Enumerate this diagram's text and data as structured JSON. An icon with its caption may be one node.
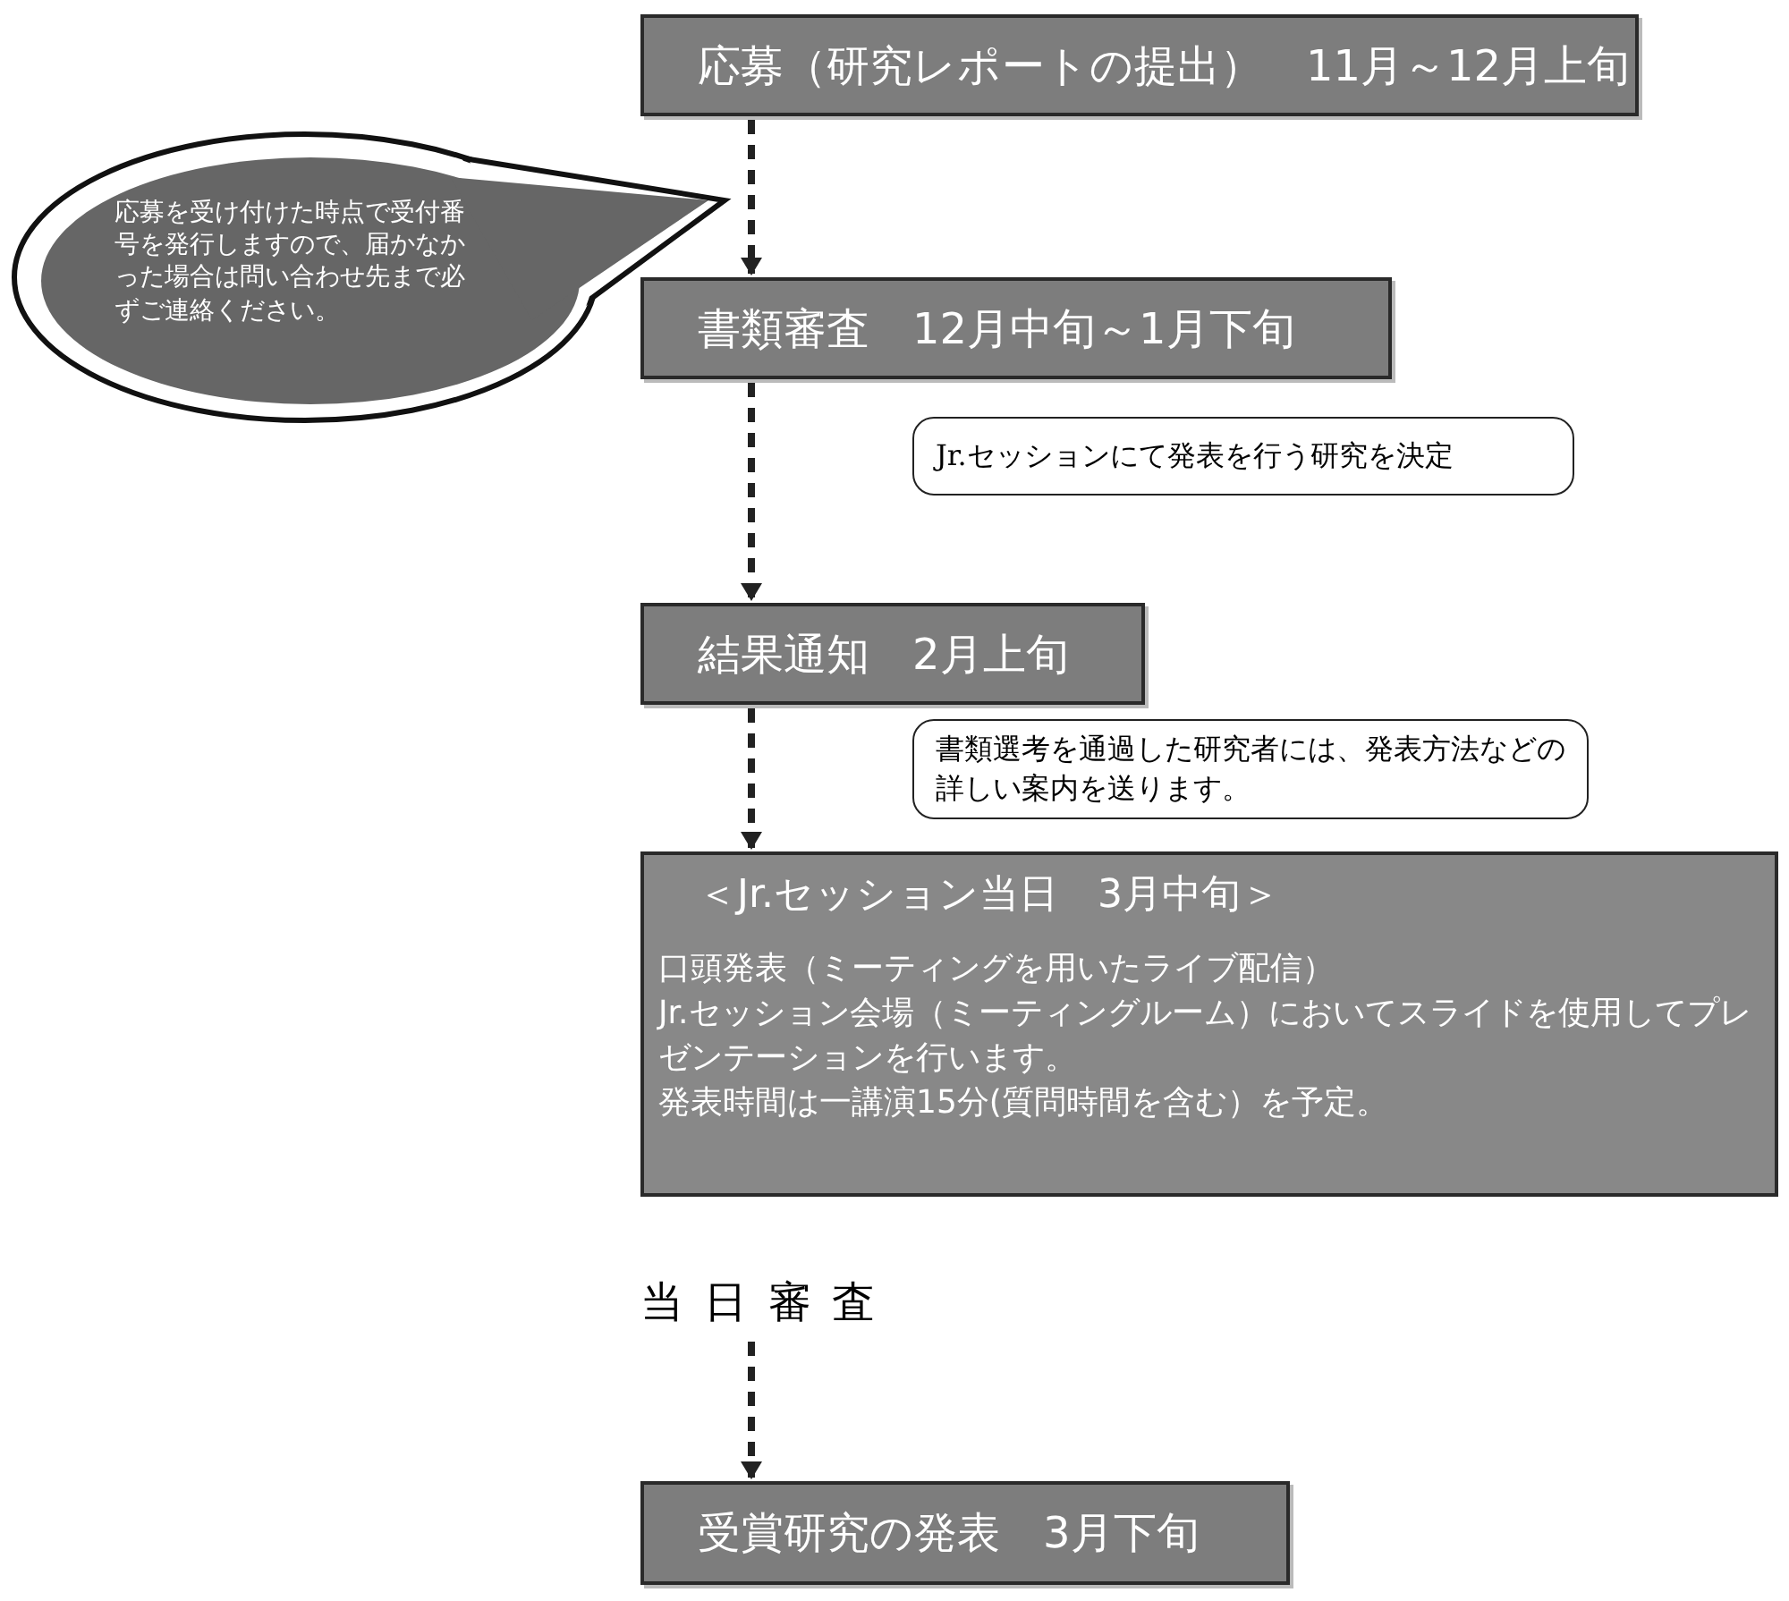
{
  "diagram": {
    "nodes": [
      {
        "text": [
          "応募（研究レポートの提出）　11月～12月上旬"
        ]
      },
      {
        "text": [
          "応募を受け付けた時点で受付番号を発行しますので、届かなかった場合は問い合わせ先まで必ずご連絡ください。"
        ]
      },
      {
        "text": [
          "書類審査　12月中旬～1月下旬"
        ]
      },
      {
        "text": [
          "Jr.セッションにて発表を行う研究を決定"
        ]
      },
      {
        "text": [
          "結果通知　2月上旬"
        ]
      },
      {
        "text": [
          "書類選考を通過した研究者には、発表方法などの詳しい案内を送ります。"
        ]
      },
      {
        "text": [
          "＜Jr.セッション当日　3月中旬＞",
          "口頭発表（ミーティングを用いたライブ配信）",
          "Jr.セッション会場（ミーティングルーム）においてスライドを使用してプレゼンテーションを行います。",
          "発表時間は一講演15分(質問時間を含む）を予定。"
        ]
      },
      {
        "text": [
          "当 日 審 査"
        ]
      },
      {
        "text": [
          "受賞研究の発表　3月下旬"
        ]
      }
    ],
    "edges": [
      {
        "from": 0,
        "to": 2,
        "arrow": "to",
        "style": "dashed"
      },
      {
        "from": 2,
        "to": 4,
        "arrow": "to",
        "style": "dashed"
      },
      {
        "from": 4,
        "to": 6,
        "arrow": "to",
        "style": "dashed"
      },
      {
        "from": 7,
        "to": 8,
        "arrow": "to",
        "style": "dashed"
      }
    ]
  }
}
